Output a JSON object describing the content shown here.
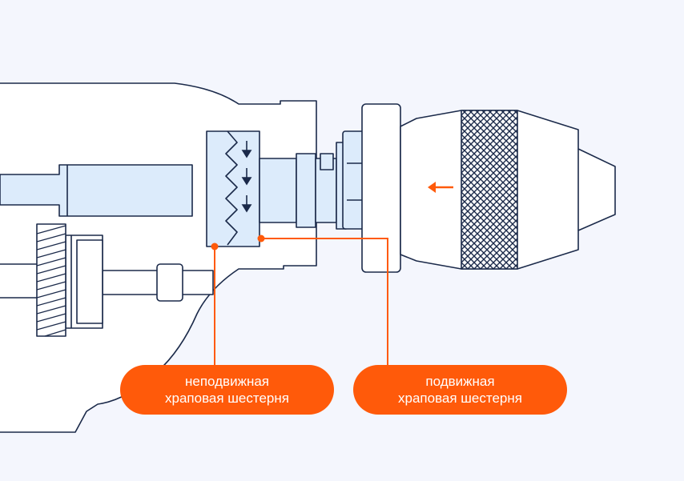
{
  "labels": {
    "fixed_gear": {
      "line1": "неподвижная",
      "line2": "храповая шестерня"
    },
    "moving_gear": {
      "line1": "подвижная",
      "line2": "храповая шестерня"
    }
  },
  "colors": {
    "background": "#f4f6fd",
    "outline": "#1b2a4a",
    "fill_light": "#dcebfb",
    "fill_white": "#ffffff",
    "accent": "#ff5a0a"
  },
  "icons": {
    "direction_arrow": "arrow-left-icon",
    "gear_arrows": "arrow-down-icon"
  }
}
